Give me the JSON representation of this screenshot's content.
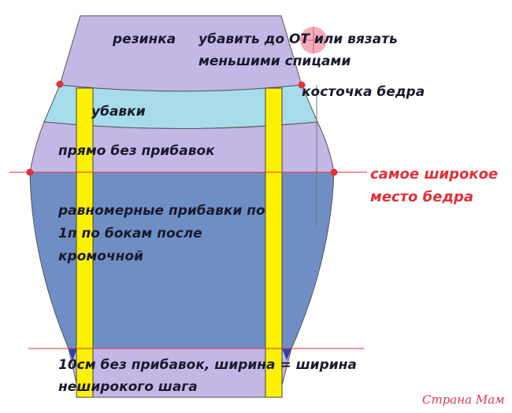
{
  "labels": {
    "rib": "резинка",
    "rib_note_line1": "убавить до ОТ или вязать",
    "rib_note_line2": "меньшими спицами",
    "hip_bone": "косточка бедра",
    "decreases": "убавки",
    "straight": "прямо без прибавок",
    "widest_line1": "самое широкое",
    "widest_line2": "место бедра",
    "increases_line1": "равномерные прибавки по",
    "increases_line2": "1п по бокам после",
    "increases_line3": "кромочной",
    "bottom_line1": "10см без прибавок, ширина = ширина",
    "bottom_line2": "неширокого шага"
  },
  "watermark": "Страна Мам",
  "colors": {
    "lavender": "#c3b7e6",
    "light_blue": "#a7dcea",
    "steel_blue": "#6f8fc4",
    "yellow_strip": "#fff200",
    "dark_blue_corner": "#2e3fb0",
    "red_marker": "#e0303a",
    "pink_circle": "#f4a3b5"
  }
}
